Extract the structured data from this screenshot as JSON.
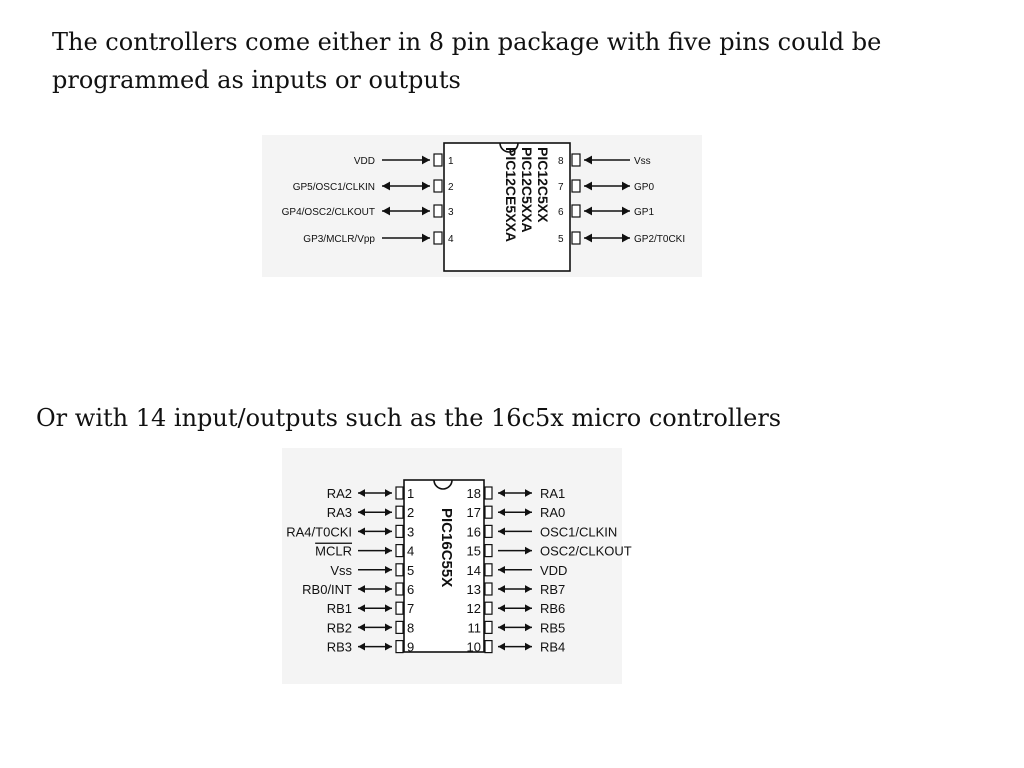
{
  "slide": {
    "paragraph_1": {
      "line_1": "The controllers come either in 8 pin package with five pins could be",
      "line_2": "programmed as inputs or outputs"
    },
    "paragraph_2": "Or with 14 input/outputs such as the 16c5x micro controllers"
  },
  "diagram_8pin": {
    "chip_labels": [
      "PIC12C5XX",
      "PIC12C5XXA",
      "PIC12CE5XXA"
    ],
    "left_pins": [
      {
        "num": "1",
        "label": "VDD",
        "dir": "in"
      },
      {
        "num": "2",
        "label": "GP5/OSC1/CLKIN",
        "dir": "bi"
      },
      {
        "num": "3",
        "label": "GP4/OSC2/CLKOUT",
        "dir": "bi"
      },
      {
        "num": "4",
        "label": "GP3/MCLR/Vpp",
        "dir": "in"
      }
    ],
    "right_pins": [
      {
        "num": "8",
        "label": "Vss",
        "dir": "in"
      },
      {
        "num": "7",
        "label": "GP0",
        "dir": "bi"
      },
      {
        "num": "6",
        "label": "GP1",
        "dir": "bi"
      },
      {
        "num": "5",
        "label": "GP2/T0CKI",
        "dir": "bi"
      }
    ]
  },
  "diagram_18pin": {
    "chip_label": "PIC16C55X",
    "left_pins": [
      {
        "num": "1",
        "label": "RA2",
        "dir": "bi"
      },
      {
        "num": "2",
        "label": "RA3",
        "dir": "bi"
      },
      {
        "num": "3",
        "label": "RA4/T0CKI",
        "dir": "bi"
      },
      {
        "num": "4",
        "label": "MCLR",
        "dir": "in"
      },
      {
        "num": "5",
        "label": "Vss",
        "dir": "in"
      },
      {
        "num": "6",
        "label": "RB0/INT",
        "dir": "bi"
      },
      {
        "num": "7",
        "label": "RB1",
        "dir": "bi"
      },
      {
        "num": "8",
        "label": "RB2",
        "dir": "bi"
      },
      {
        "num": "9",
        "label": "RB3",
        "dir": "bi"
      }
    ],
    "right_pins": [
      {
        "num": "18",
        "label": "RA1",
        "dir": "bi"
      },
      {
        "num": "17",
        "label": "RA0",
        "dir": "bi"
      },
      {
        "num": "16",
        "label": "OSC1/CLKIN",
        "dir": "in"
      },
      {
        "num": "15",
        "label": "OSC2/CLKOUT",
        "dir": "out"
      },
      {
        "num": "14",
        "label": "VDD",
        "dir": "in"
      },
      {
        "num": "13",
        "label": "RB7",
        "dir": "bi"
      },
      {
        "num": "12",
        "label": "RB6",
        "dir": "bi"
      },
      {
        "num": "11",
        "label": "RB5",
        "dir": "bi"
      },
      {
        "num": "10",
        "label": "RB4",
        "dir": "bi"
      }
    ]
  }
}
